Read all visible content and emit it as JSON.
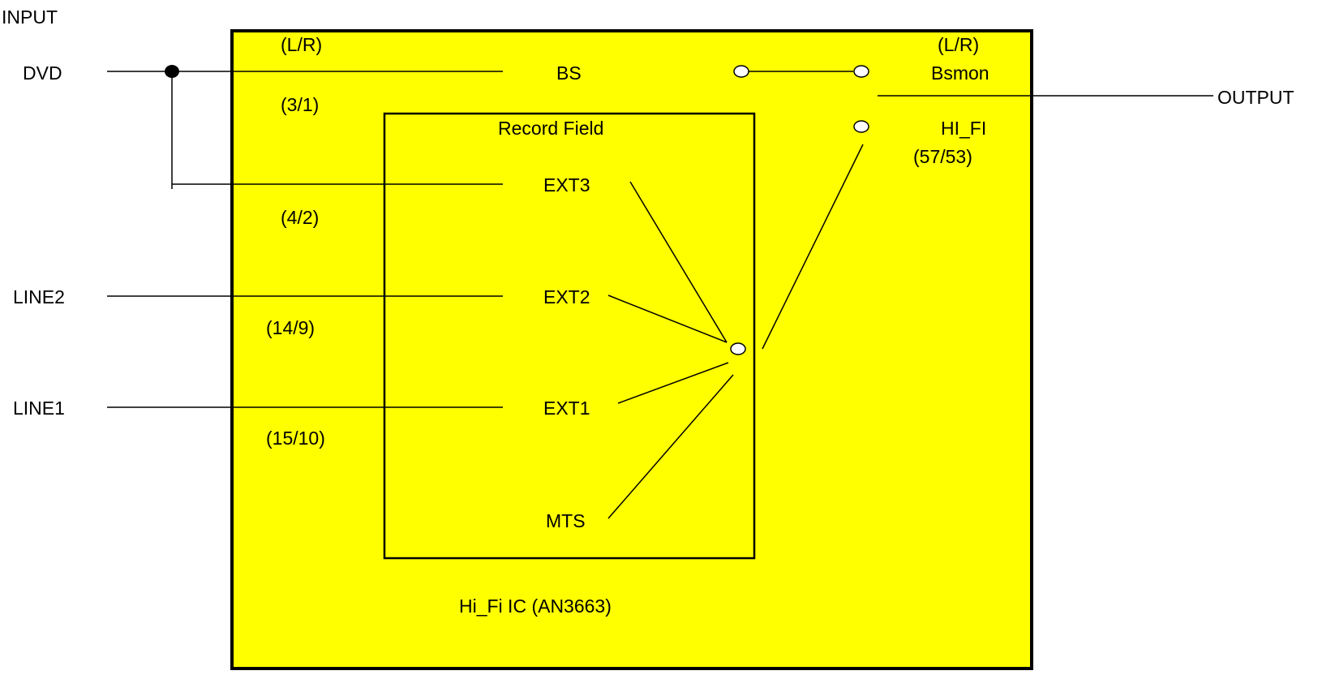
{
  "colors": {
    "ic_fill": "#ffff00",
    "line": "#000000",
    "background": "#ffffff"
  },
  "labels": {
    "input": "INPUT",
    "output": "OUTPUT",
    "dvd": "DVD",
    "line2": "LINE2",
    "line1": "LINE1",
    "lr_left": "(L/R)",
    "lr_right": "(L/R)",
    "bs": "BS",
    "bsmon": "Bsmon",
    "pin_bs": "(3/1)",
    "record_field": "Record Field",
    "hifi": "HI_FI",
    "pin_hifi": "(57/53)",
    "ext3": "EXT3",
    "pin_ext3": "(4/2)",
    "ext2": "EXT2",
    "pin_ext2": "(14/9)",
    "ext1": "EXT1",
    "pin_ext1": "(15/10)",
    "mts": "MTS",
    "ic_name": "Hi_Fi IC (AN3663)"
  }
}
